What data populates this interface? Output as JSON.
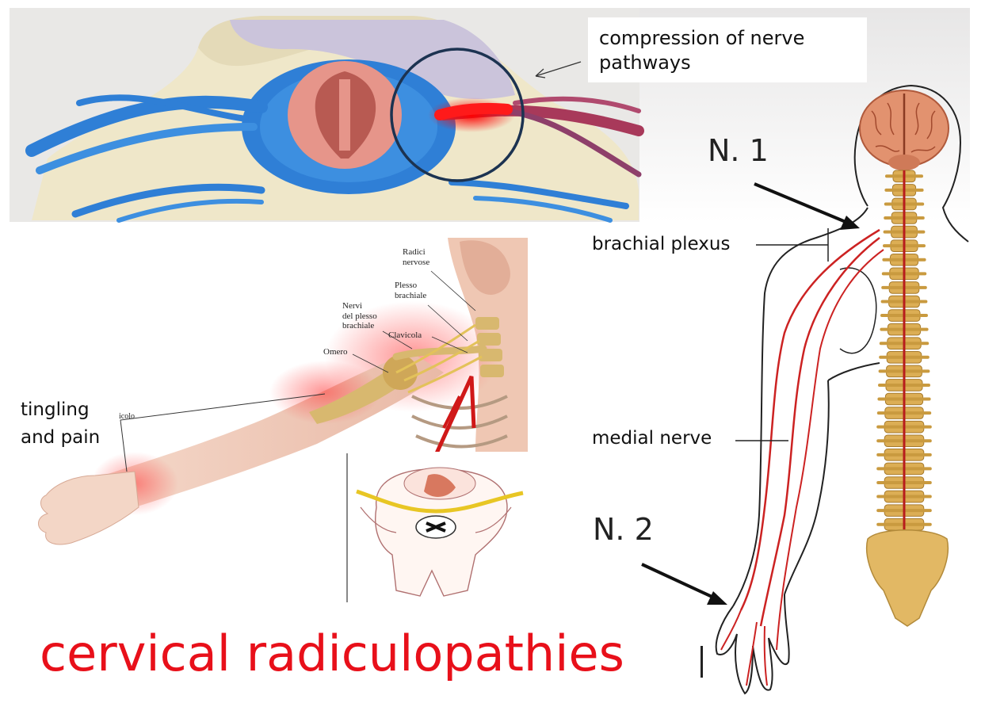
{
  "title": "cervical radiculopathies",
  "labels": {
    "compression_line1": "compression of nerve",
    "compression_line2": "pathways",
    "brachial_plexus": "brachial plexus",
    "medial_nerve": "medial nerve",
    "tingling_line1": "tingling",
    "tingling_line2": "and pain",
    "n1": "N. 1",
    "n2": "N. 2"
  },
  "italian_labels": {
    "radici_1": "Radici",
    "radici_2": "nervose",
    "plesso_1": "Plesso",
    "plesso_2": "brachiale",
    "nervi_1": "Nervi",
    "nervi_2": "del plesso",
    "nervi_3": "brachiale",
    "clavicola": "Clavicola",
    "omero": "Omero",
    "icolo": "icolo"
  },
  "colors": {
    "title_red": "#e8101a",
    "nerve_blue": "#2f7fd6",
    "compression_red": "#ff1a1a",
    "bone_beige": "#efe7cc",
    "spine_gold": "#d9a94a",
    "nerve_red": "#cc2222"
  }
}
